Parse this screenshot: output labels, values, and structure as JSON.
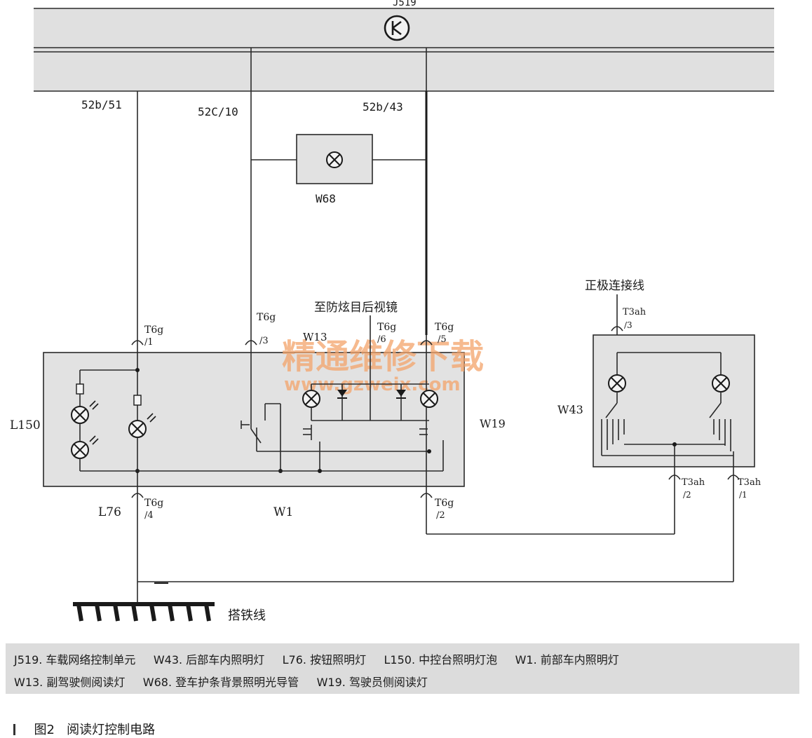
{
  "labels": {
    "j519": "J519",
    "pin_52b51": "52b/51",
    "pin_52c10": "52C/10",
    "pin_52b43": "52b/43",
    "w68": "W68",
    "to_mirror": "至防炫目后视镜",
    "positive_wire": "正极连接线",
    "t6g_1a": "T6g",
    "t6g_1b": "/1",
    "t6g_3a": "T6g",
    "t6g_3b": "/3",
    "t6g_6a": "T6g",
    "t6g_6b": "/6",
    "t6g_5a": "T6g",
    "t6g_5b": "/5",
    "t6g_4a": "T6g",
    "t6g_4b": "/4",
    "t6g_2a": "T6g",
    "t6g_2b": "/2",
    "t3ah_3a": "T3ah",
    "t3ah_3b": "/3",
    "t3ah_2a": "T3ah",
    "t3ah_2b": "/2",
    "t3ah_1a": "T3ah",
    "t3ah_1b": "/1",
    "w13": "W13",
    "w19": "W19",
    "w43": "W43",
    "l150": "L150",
    "l76": "L76",
    "w1": "W1",
    "ground": "搭铁线"
  },
  "watermark": {
    "line1": "精通维修下载",
    "line2": "www.gzweix.com"
  },
  "legend": {
    "line1": "J519. 车载网络控制单元     W43. 后部车内照明灯     L76. 按钮照明灯     L150. 中控台照明灯泡     W1. 前部车内照明灯",
    "line2": "W13. 副驾驶侧阅读灯     W68. 登车护条背景照明光导管     W19. 驾驶员侧阅读灯"
  },
  "caption": "图2   阅读灯控制电路"
}
